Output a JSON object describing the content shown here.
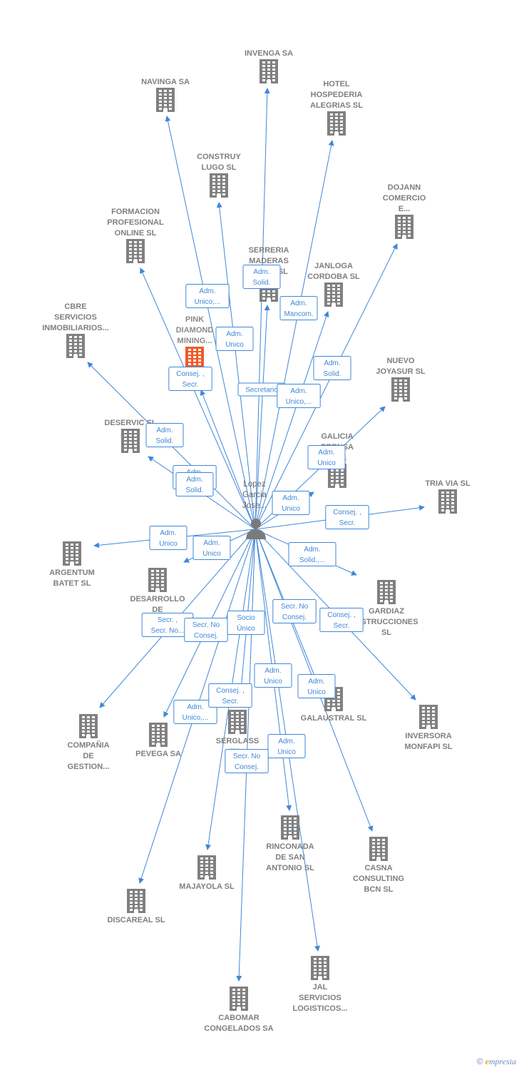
{
  "colors": {
    "edge": "#3f87d8",
    "company": "#808080",
    "highlight": "#f05a28",
    "person": "#7a7a7a"
  },
  "person": {
    "label": [
      "Lopez",
      "Garcia",
      "Jose..."
    ],
    "icon": "person-icon"
  },
  "companies": [
    {
      "id": "invenga",
      "label": [
        "INVENGA SA"
      ]
    },
    {
      "id": "navinga",
      "label": [
        "NAVINGA SA"
      ]
    },
    {
      "id": "hotel",
      "label": [
        "HOTEL",
        "HOSPEDERIA",
        "ALEGRIAS  SL"
      ]
    },
    {
      "id": "construy",
      "label": [
        "CONSTRUY",
        "LUGO SL"
      ]
    },
    {
      "id": "dojann",
      "label": [
        "DOJANN",
        "COMERCIO",
        "E..."
      ]
    },
    {
      "id": "formacion",
      "label": [
        "FORMACION",
        "PROFESIONAL",
        "ONLINE  SL"
      ]
    },
    {
      "id": "serreria",
      "label": [
        "SERRERIA",
        "MADERAS",
        "LOPEZ  SL"
      ]
    },
    {
      "id": "janloga",
      "label": [
        "JANLOGA",
        "CORDOBA  SL"
      ]
    },
    {
      "id": "cbre",
      "label": [
        "CBRE",
        "SERVICIOS",
        "INMOBILIARIOS..."
      ]
    },
    {
      "id": "pink",
      "label": [
        "PINK",
        "DIAMOND",
        "MINING..."
      ],
      "highlight": true
    },
    {
      "id": "nuevo",
      "label": [
        "NUEVO",
        "JOYASUR  SL"
      ]
    },
    {
      "id": "deservic",
      "label": [
        "DESERVIC SL"
      ]
    },
    {
      "id": "galicia",
      "label": [
        "GALICIA",
        "PRENSA",
        "...  SL"
      ]
    },
    {
      "id": "triavia",
      "label": [
        "TRIA VIA SL"
      ]
    },
    {
      "id": "argentum",
      "label": [
        "ARGENTUM",
        "BATET  SL"
      ]
    },
    {
      "id": "desarrollo",
      "label": [
        "DESARROLLO",
        "DE",
        "PROY..."
      ]
    },
    {
      "id": "gardiaz",
      "label": [
        "GARDIAZ",
        "...STRUCCIONES",
        "SL"
      ]
    },
    {
      "id": "compania",
      "label": [
        "COMPAÑIA",
        "DE",
        "GESTION..."
      ]
    },
    {
      "id": "pevega",
      "label": [
        "PEVEGA SA"
      ]
    },
    {
      "id": "serglass",
      "label": [
        "SERGLASS",
        "IN...",
        "DEL..."
      ]
    },
    {
      "id": "galaustral",
      "label": [
        "GALAUSTRAL SL"
      ]
    },
    {
      "id": "inversora",
      "label": [
        "INVERSORA",
        "MONFAPI  SL"
      ]
    },
    {
      "id": "rinconada",
      "label": [
        "RINCONADA",
        "DE SAN",
        "ANTONIO SL"
      ]
    },
    {
      "id": "casna",
      "label": [
        "CASNA",
        "CONSULTING",
        "BCN  SL"
      ]
    },
    {
      "id": "majayola",
      "label": [
        "MAJAYOLA  SL"
      ]
    },
    {
      "id": "discareal",
      "label": [
        "DISCAREAL  SL"
      ]
    },
    {
      "id": "jal",
      "label": [
        "JAL",
        "SERVICIOS",
        "LOGISTICOS..."
      ]
    },
    {
      "id": "cabomar",
      "label": [
        "CABOMAR",
        "CONGELADOS SA"
      ]
    }
  ],
  "relations": [
    {
      "target": "serreria",
      "label": [
        "Secretario"
      ]
    },
    {
      "target": "formacion",
      "label": [
        "Consej. ,",
        "Secr."
      ]
    },
    {
      "target": "hotel",
      "label": [
        "Adm.",
        "Mancom."
      ]
    },
    {
      "target": "construy",
      "label": [
        "Adm.",
        "Unico,..."
      ]
    },
    {
      "target": "pink",
      "label": [
        "Adm.",
        "Unico,..."
      ]
    },
    {
      "target": "nuevo",
      "label": [
        "Adm.",
        "Solid."
      ]
    },
    {
      "target": "invenga",
      "label": [
        "Adm.",
        "Solid."
      ]
    },
    {
      "target": "janloga",
      "label": [
        "Adm.",
        "Unico,..."
      ]
    },
    {
      "target": "cbre",
      "label": [
        "Adm.",
        "Solid."
      ]
    },
    {
      "target": "navinga",
      "label": [
        "Adm.",
        "Unico"
      ]
    },
    {
      "target": "galicia",
      "label": [
        "Adm.",
        "Unico"
      ]
    },
    {
      "target": "deservic",
      "label": [
        "Adm.",
        "Solid."
      ]
    },
    {
      "target": "dojann",
      "label": [
        "Adm.",
        "Unico"
      ]
    },
    {
      "target": "triavia",
      "label": [
        "Consej. ,",
        "Secr."
      ]
    },
    {
      "target": "argentum",
      "label": [
        "Adm.",
        "Unico"
      ]
    },
    {
      "target": "desarrollo",
      "label": [
        "Adm.",
        "Unico"
      ]
    },
    {
      "target": "gardiaz",
      "label": [
        "Adm.",
        "Solid.,..."
      ]
    },
    {
      "target": "compania",
      "label": [
        "Secr. ,",
        "Secr. No..."
      ]
    },
    {
      "target": "pevega",
      "label": [
        "Secr.  No",
        "Consej."
      ]
    },
    {
      "target": "majayola",
      "label": [
        "Socio",
        "Único"
      ]
    },
    {
      "target": "galaustral",
      "label": [
        "Secr.  No",
        "Consej."
      ]
    },
    {
      "target": "inversora",
      "label": [
        "Consej. ,",
        "Secr."
      ]
    },
    {
      "target": "rinconada",
      "label": [
        "Adm.",
        "Unico"
      ]
    },
    {
      "target": "casna",
      "label": [
        "Adm.",
        "Unico"
      ]
    },
    {
      "target": "discareal",
      "label": [
        "Adm.",
        "Unico,..."
      ]
    },
    {
      "target": "serglass",
      "label": [
        "Consej. ,",
        "Secr."
      ]
    },
    {
      "target": "jal",
      "label": [
        "Adm.",
        "Unico"
      ]
    },
    {
      "target": "cabomar",
      "label": [
        "Secr.  No",
        "Consej."
      ]
    }
  ],
  "footer": {
    "copyright": "©",
    "brand_initial": "e",
    "brand_rest": "mpresia"
  }
}
